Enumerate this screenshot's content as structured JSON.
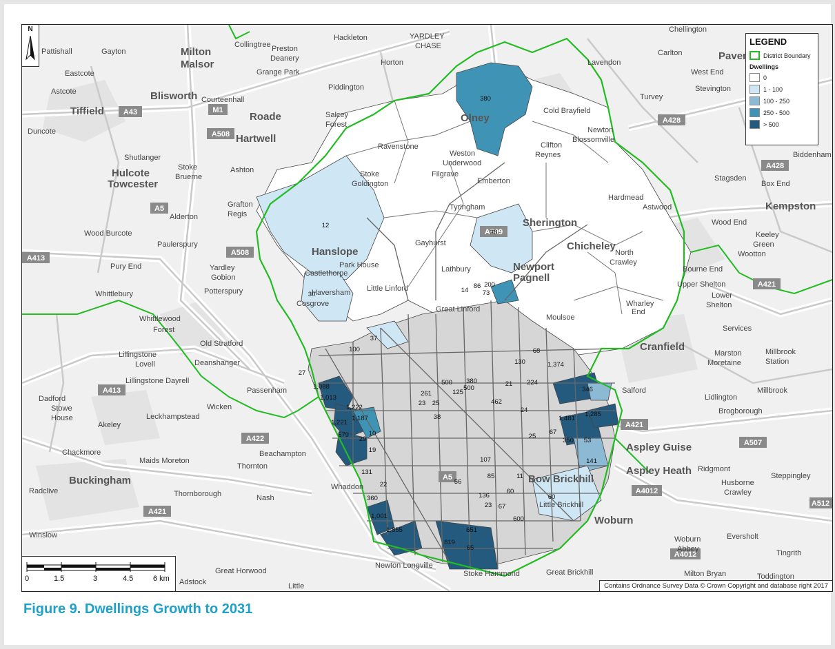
{
  "legend": {
    "title": "LEGEND",
    "boundary_label": "District Boundary",
    "dwellings_title": "Dwellings",
    "classes": [
      {
        "label": "0",
        "color": "#ffffff"
      },
      {
        "label": "1 - 100",
        "color": "#cfe6f5"
      },
      {
        "label": "100 - 250",
        "color": "#8cb9d4"
      },
      {
        "label": "250 - 500",
        "color": "#3f94b5"
      },
      {
        "label": "> 500",
        "color": "#245a7e"
      }
    ],
    "boundary_color": "#22bb22"
  },
  "north_label": "N",
  "scale": {
    "ticks": [
      "0",
      "1.5",
      "3",
      "4.5",
      "6 km"
    ]
  },
  "copyright": "Contains Ordnance Survey Data © Crown Copyright and database right 2017",
  "caption": "Figure 9.  Dwellings Growth to 2031",
  "places": [
    {
      "name": "Pattishall"
    },
    {
      "name": "Gayton"
    },
    {
      "name": "Milton"
    },
    {
      "name": "Malsor"
    },
    {
      "name": "Collingtree"
    },
    {
      "name": "Preston"
    },
    {
      "name": "Deanery"
    },
    {
      "name": "Hackleton"
    },
    {
      "name": "YARDLEY"
    },
    {
      "name": "CHASE"
    },
    {
      "name": "Horton"
    },
    {
      "name": "Chellington"
    },
    {
      "name": "Carlton"
    },
    {
      "name": "Pavenham"
    },
    {
      "name": "Lavendon"
    },
    {
      "name": "Eastcote"
    },
    {
      "name": "Grange Park"
    },
    {
      "name": "West End"
    },
    {
      "name": "Piddington"
    },
    {
      "name": "Stevington"
    },
    {
      "name": "Astcote"
    },
    {
      "name": "Blisworth"
    },
    {
      "name": "Tiffield"
    },
    {
      "name": "Courteenhall"
    },
    {
      "name": "Roade"
    },
    {
      "name": "Salcey"
    },
    {
      "name": "Forest"
    },
    {
      "name": "Turvey"
    },
    {
      "name": "Olney"
    },
    {
      "name": "Cold Brayfield"
    },
    {
      "name": "Duncote"
    },
    {
      "name": "Hartwell"
    },
    {
      "name": "Ravenstone"
    },
    {
      "name": "Newton"
    },
    {
      "name": "Blossomville"
    },
    {
      "name": "Shutlanger"
    },
    {
      "name": "Clifton"
    },
    {
      "name": "Reynes"
    },
    {
      "name": "Weston"
    },
    {
      "name": "Underwood"
    },
    {
      "name": "Biddenham"
    },
    {
      "name": "Hulcote"
    },
    {
      "name": "Stoke"
    },
    {
      "name": "Bruerne"
    },
    {
      "name": "Ashton"
    },
    {
      "name": "Towcester"
    },
    {
      "name": "Stoke"
    },
    {
      "name": "Goldington"
    },
    {
      "name": "Emberton"
    },
    {
      "name": "Stagsden"
    },
    {
      "name": "Box End"
    },
    {
      "name": "Filgrave"
    },
    {
      "name": "Grafton"
    },
    {
      "name": "Regis"
    },
    {
      "name": "Tyringham"
    },
    {
      "name": "Hardmead"
    },
    {
      "name": "Kempston"
    },
    {
      "name": "Alderton"
    },
    {
      "name": "Sherington"
    },
    {
      "name": "Astwood"
    },
    {
      "name": "Wood End"
    },
    {
      "name": "Wood Burcote"
    },
    {
      "name": "Paulerspury"
    },
    {
      "name": "Hanslope"
    },
    {
      "name": "Gayhurst"
    },
    {
      "name": "Chicheley"
    },
    {
      "name": "Keeley"
    },
    {
      "name": "Green"
    },
    {
      "name": "Pury End"
    },
    {
      "name": "Yardley"
    },
    {
      "name": "Gobion"
    },
    {
      "name": "Park House"
    },
    {
      "name": "North"
    },
    {
      "name": "Crawley"
    },
    {
      "name": "Wootton"
    },
    {
      "name": "Potterspury"
    },
    {
      "name": "Lathbury"
    },
    {
      "name": "Newport"
    },
    {
      "name": "Pagnell"
    },
    {
      "name": "Bourne End"
    },
    {
      "name": "Upper Shelton"
    },
    {
      "name": "Whittlebury"
    },
    {
      "name": "Castlethorpe"
    },
    {
      "name": "Little Linford"
    },
    {
      "name": "Cosgrove"
    },
    {
      "name": "Haversham"
    },
    {
      "name": "Wharley"
    },
    {
      "name": "End"
    },
    {
      "name": "Lower"
    },
    {
      "name": "Shelton"
    },
    {
      "name": "Whittlewood"
    },
    {
      "name": "Forest"
    },
    {
      "name": "Moulsoe"
    },
    {
      "name": "Great Linford"
    },
    {
      "name": "Cranfield"
    },
    {
      "name": "Services"
    },
    {
      "name": "Old Stratford"
    },
    {
      "name": "Lillingstone"
    },
    {
      "name": "Lovell"
    },
    {
      "name": "Deanshanger"
    },
    {
      "name": "Marston"
    },
    {
      "name": "Moretaine"
    },
    {
      "name": "Millbrook"
    },
    {
      "name": "Station"
    },
    {
      "name": "Dadford"
    },
    {
      "name": "Stowe"
    },
    {
      "name": "House"
    },
    {
      "name": "Lillingstone Dayrell"
    },
    {
      "name": "Passenham"
    },
    {
      "name": "Wicken"
    },
    {
      "name": "Salford"
    },
    {
      "name": "Lidlington"
    },
    {
      "name": "Akeley"
    },
    {
      "name": "Leckhampstead"
    },
    {
      "name": "Brogborough"
    },
    {
      "name": "Millbrook"
    },
    {
      "name": "Chackmore"
    },
    {
      "name": "Maids Moreton"
    },
    {
      "name": "Beachampton"
    },
    {
      "name": "Thornton"
    },
    {
      "name": "Aspley Guise"
    },
    {
      "name": "Buckingham"
    },
    {
      "name": "Radclive"
    },
    {
      "name": "Thornborough"
    },
    {
      "name": "Nash"
    },
    {
      "name": "Whaddon"
    },
    {
      "name": "Bow Brickhill"
    },
    {
      "name": "Aspley Heath"
    },
    {
      "name": "Ridgmont"
    },
    {
      "name": "Husborne"
    },
    {
      "name": "Crawley"
    },
    {
      "name": "Steppingley"
    },
    {
      "name": "Woburn"
    },
    {
      "name": "Woburn"
    },
    {
      "name": "Abbey"
    },
    {
      "name": "Eversholt"
    },
    {
      "name": "Great Horwood"
    },
    {
      "name": "Newton Longville"
    },
    {
      "name": "Stoke Hammond"
    },
    {
      "name": "Great Brickhill"
    },
    {
      "name": "Little Brickhill"
    },
    {
      "name": "Tingrith"
    },
    {
      "name": "Milton Bryan"
    },
    {
      "name": "Toddington"
    },
    {
      "name": "Adstock"
    },
    {
      "name": "Little"
    },
    {
      "name": "Winslow"
    }
  ],
  "roads": [
    "A43",
    "A508",
    "M1",
    "A428",
    "A428",
    "A5",
    "A508",
    "A413",
    "A509",
    "A422",
    "A421",
    "A413",
    "A421",
    "A507",
    "A4012",
    "A4012",
    "A421",
    "A5",
    "A512"
  ],
  "dwelling_labels": [
    "380",
    "36",
    "12",
    "30",
    "37",
    "14",
    "86",
    "200",
    "73",
    "100",
    "27",
    "1,088",
    "1,013",
    "1,222",
    "1,187",
    "1,221",
    "579",
    "10",
    "29",
    "19",
    "131",
    "22",
    "360",
    "1,001",
    "1,855",
    "261",
    "25",
    "23",
    "38",
    "500",
    "380",
    "500",
    "125",
    "462",
    "21",
    "130",
    "68",
    "224",
    "1,374",
    "346",
    "24",
    "1,481",
    "1,285",
    "67",
    "25",
    "350",
    "53",
    "141",
    "107",
    "56",
    "85",
    "136",
    "60",
    "23",
    "67",
    "11",
    "600",
    "60",
    "819",
    "651",
    "65"
  ]
}
